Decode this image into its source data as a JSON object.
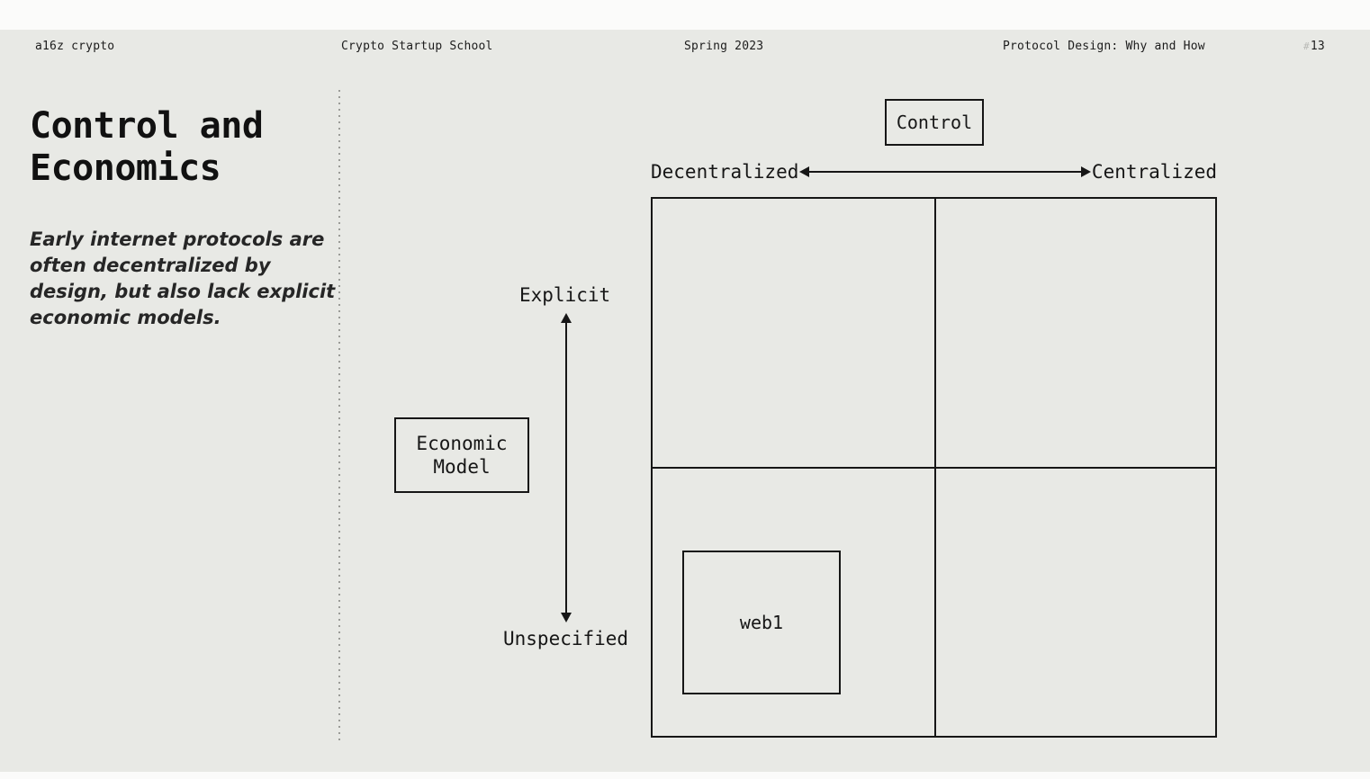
{
  "header": {
    "brand": "a16z crypto",
    "course": "Crypto Startup School",
    "term": "Spring 2023",
    "lecture": "Protocol Design: Why and How",
    "page_prefix": "#",
    "page_number": "13"
  },
  "left_panel": {
    "title": "Control and\nEconomics",
    "description": "Early internet protocols are\noften decentralized by\ndesign, but also lack explicit\neconomic models."
  },
  "diagram": {
    "control_label": "Control",
    "x_axis": {
      "left_label": "Decentralized",
      "right_label": "Centralized"
    },
    "y_axis": {
      "top_label": "Explicit",
      "bottom_label": "Unspecified"
    },
    "economic_model_label": "Economic\nModel",
    "web1_label": "web1"
  },
  "colors": {
    "slide_background": "#e8e9e5",
    "page_background": "#fbfbfa",
    "ink": "#161616",
    "divider_dots": "#9b9c98",
    "page_prefix_muted": "#b9bab6"
  }
}
